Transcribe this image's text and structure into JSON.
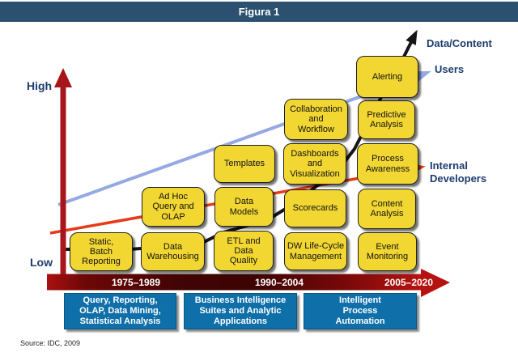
{
  "header": {
    "title": "Figura 1"
  },
  "palette": {
    "header_bg": "#2C5170",
    "box_yellow": "#F2D733",
    "era_blue": "#0F6FA9",
    "axis_red": "#A6161A",
    "timeline_red_bright": "#B51310",
    "timeline_red_dark": "#3E0403",
    "trend_blue": "#94A9E2",
    "trend_red": "#E73A17",
    "trend_black": "#151515",
    "navy_text": "#1E3C6E"
  },
  "axis": {
    "high_label": "High",
    "low_label": "Low"
  },
  "side_labels": {
    "data_content": "Data/Content",
    "users": "Users",
    "internal_developers": "Internal\nDevelopers"
  },
  "timeline": {
    "periods": [
      "1975–1989",
      "1990–2004",
      "2005–2020"
    ]
  },
  "eras": [
    {
      "label": "Query, Reporting,\nOLAP, Data Mining,\nStatistical Analysis"
    },
    {
      "label": "Business Intelligence\nSuites and Analytic\nApplications"
    },
    {
      "label": "Intelligent\nProcess\nAutomation"
    }
  ],
  "boxes": [
    {
      "id": "static-batch-reporting",
      "label": "Static,\nBatch\nReporting"
    },
    {
      "id": "data-warehousing",
      "label": "Data\nWarehousing"
    },
    {
      "id": "etl-and-data-quality",
      "label": "ETL and\nData\nQuality"
    },
    {
      "id": "dw-life-cycle-management",
      "label": "DW Life-Cycle\nManagement"
    },
    {
      "id": "event-monitoring",
      "label": "Event\nMonitoring"
    },
    {
      "id": "ad-hoc-query-and-olap",
      "label": "Ad Hoc\nQuery and\nOLAP"
    },
    {
      "id": "data-models",
      "label": "Data\nModels"
    },
    {
      "id": "scorecards",
      "label": "Scorecards"
    },
    {
      "id": "content-analysis",
      "label": "Content\nAnalysis"
    },
    {
      "id": "templates",
      "label": "Templates"
    },
    {
      "id": "dashboards-and-visualization",
      "label": "Dashboards\nand\nVisualization"
    },
    {
      "id": "process-awareness",
      "label": "Process\nAwareness"
    },
    {
      "id": "collaboration-and-workflow",
      "label": "Collaboration\nand\nWorkflow"
    },
    {
      "id": "predictive-analysis",
      "label": "Predictive\nAnalysis"
    },
    {
      "id": "alerting",
      "label": "Alerting"
    }
  ],
  "source": "Source: IDC, 2009"
}
